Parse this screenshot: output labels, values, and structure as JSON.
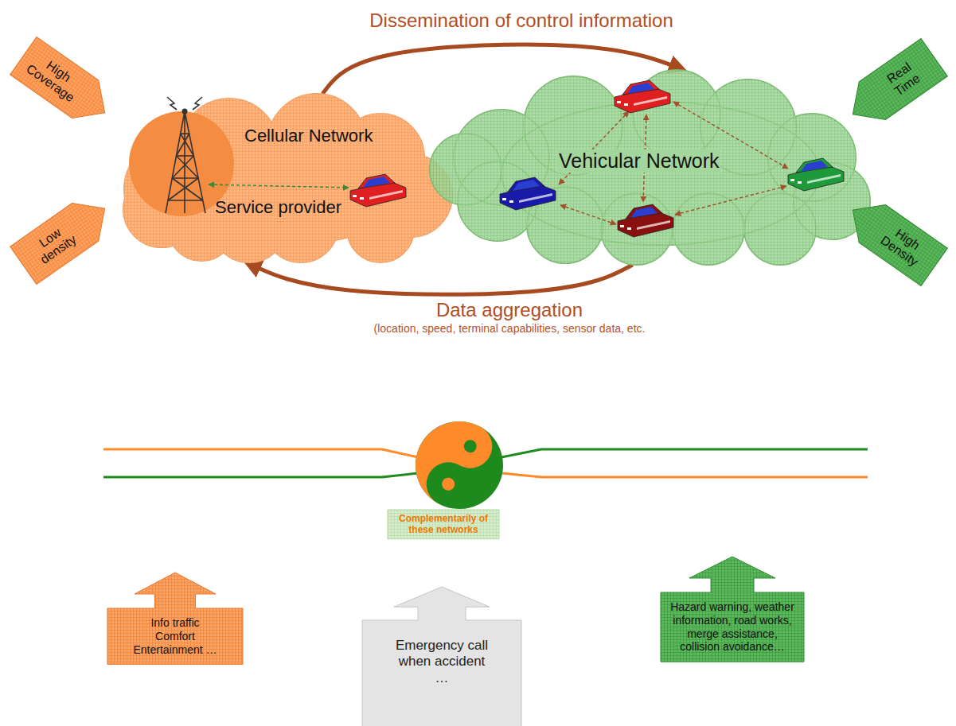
{
  "diagram": {
    "nodes": [
      {
        "text": [
          "High Coverage"
        ]
      },
      {
        "text": [
          "Cellular Network",
          "Service provider"
        ]
      },
      {
        "text": [
          "Vehicular Network"
        ]
      },
      {
        "text": [
          "Real Time"
        ]
      },
      {
        "text": [
          "Low density"
        ]
      },
      {
        "text": [
          "High Density"
        ]
      },
      {
        "text": [
          "Complementarily of these networks"
        ]
      },
      {
        "text": [
          "Info traffic Comfort Entertainment …"
        ]
      },
      {
        "text": [
          "Emergency call when accident …"
        ]
      },
      {
        "text": [
          "Hazard warning, weather information, road works, merge assistance, collision avoidance…"
        ]
      }
    ],
    "edges": [
      {
        "from": 1,
        "to": 2,
        "arrow": "to",
        "label": "Dissemination of control information"
      },
      {
        "from": 2,
        "to": 1,
        "arrow": "to",
        "label": "Data aggregation"
      }
    ],
    "labels": [
      "(location, speed, terminal capabilities, sensor data, etc."
    ]
  }
}
